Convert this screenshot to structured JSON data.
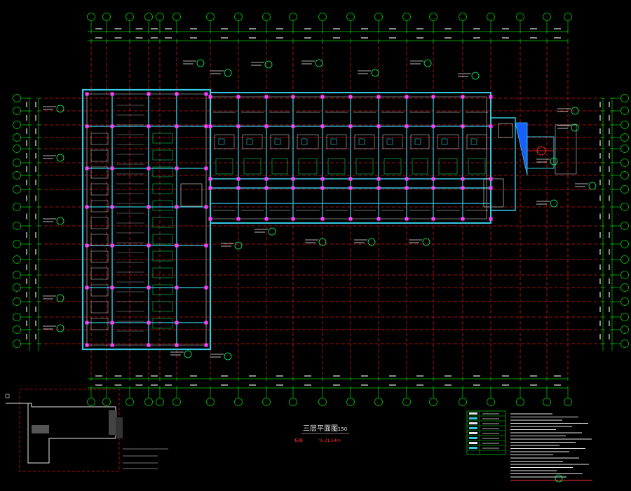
{
  "drawing": {
    "title": "三层平面图",
    "scale": "1:150",
    "elevation_label": "标高",
    "elevation_value": "%-21.54m"
  },
  "colors": {
    "background": "#000000",
    "axis": "#00e000",
    "grid": "#e01010",
    "wall": "#38c8e0",
    "column": "#ff40ff",
    "text": "#e8e8e8",
    "dim": "#00ff66",
    "fill": "#1560ff"
  }
}
